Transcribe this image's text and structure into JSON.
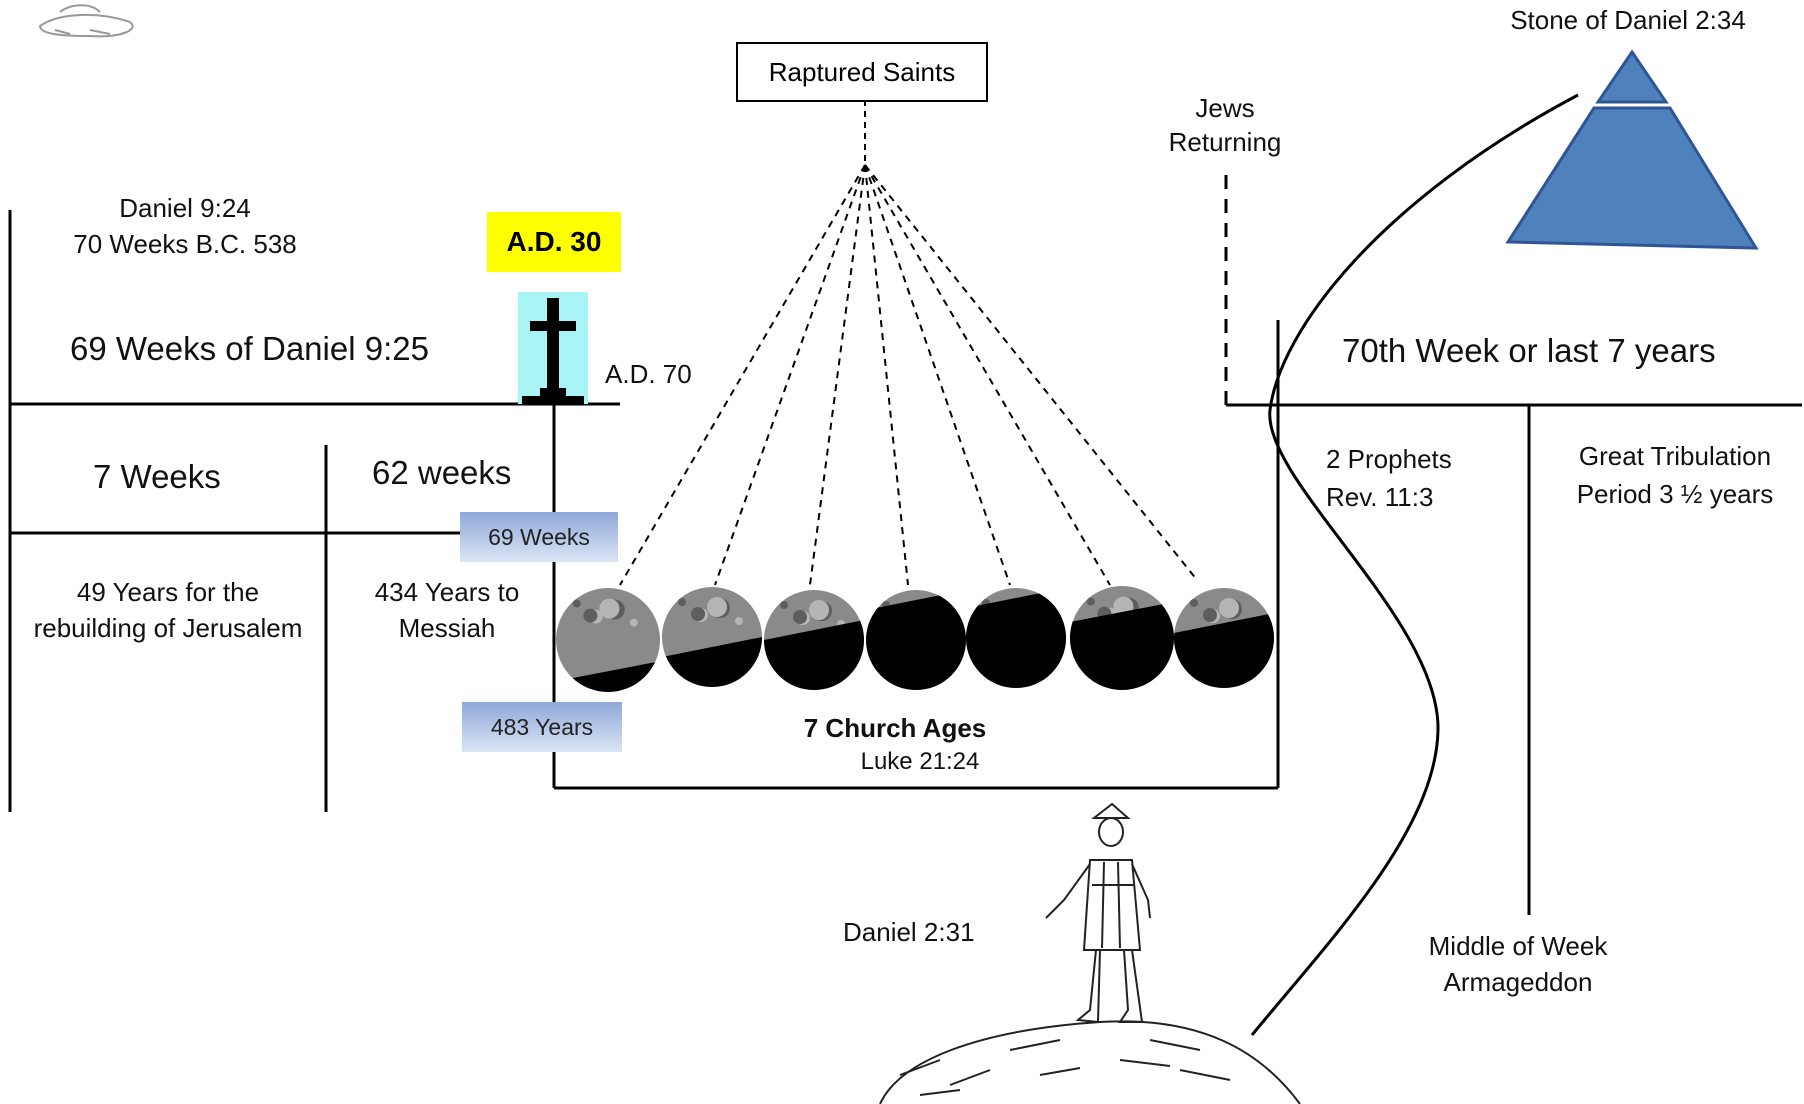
{
  "labels": {
    "rapture_box": "Raptured Saints",
    "stone": "Stone of Daniel 2:34",
    "jews_returning": [
      "Jews",
      "Returning"
    ],
    "daniel_924": [
      "Daniel 9:24",
      "70 Weeks B.C. 538"
    ],
    "ad30": "A.D. 30",
    "weeks69_title": "69 Weeks of Daniel 9:25",
    "ad70": "A.D. 70",
    "week70_title": "70th Week or last 7 years",
    "seven_weeks": "7 Weeks",
    "sixtytwo_weeks": "62 weeks",
    "sixtynine_weeks_box": "69 Weeks",
    "years49": [
      "49 Years for the",
      "rebuilding of Jerusalem"
    ],
    "years434": [
      "434 Years to",
      "Messiah"
    ],
    "years483_box": "483 Years",
    "church_ages": "7 Church Ages",
    "luke": "Luke 21:24",
    "two_prophets": [
      "2 Prophets",
      "Rev. 11:3"
    ],
    "great_tribulation": [
      "Great Tribulation",
      "Period 3 ½ years"
    ],
    "daniel_231": "Daniel 2:31",
    "middle_week": [
      "Middle of  Week",
      "Armageddon"
    ]
  },
  "moons": [
    {
      "shadow_fraction": 0.2
    },
    {
      "shadow_fraction": 0.4
    },
    {
      "shadow_fraction": 0.6
    },
    {
      "shadow_fraction": 0.9
    },
    {
      "shadow_fraction": 0.9
    },
    {
      "shadow_fraction": 0.75
    },
    {
      "shadow_fraction": 0.65
    }
  ],
  "colors": {
    "highlight_yellow": "#ffff00",
    "cross_background": "#a8f4f4",
    "stone_blue": "#4f81bd",
    "box_blue": "#8fa8d8"
  },
  "icons": [
    "cross-icon",
    "stone-pyramid-icon",
    "statue-figure-icon",
    "moon-icon"
  ]
}
